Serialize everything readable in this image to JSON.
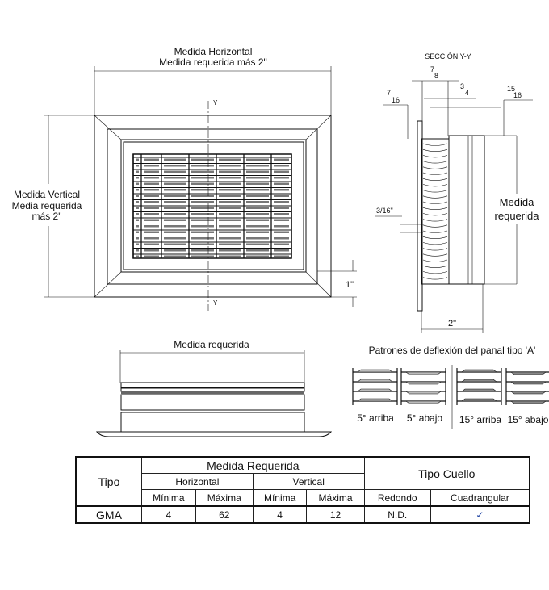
{
  "front_view": {
    "horizontal_label_1": "Medida Horizontal",
    "horizontal_label_2": "Medida requerida más 2\"",
    "vertical_label_1": "Medida Vertical",
    "vertical_label_2": "Media requerida",
    "vertical_label_3": "más 2\"",
    "section_mark_top": "Y",
    "section_mark_bottom": "Y",
    "offset_label": "1\""
  },
  "section_view": {
    "title": "SECCIÓN Y-Y",
    "dim_7_8": {
      "num": "7",
      "den": "8"
    },
    "dim_3_4": {
      "num": "3",
      "den": "4"
    },
    "dim_7_16": {
      "num": "7",
      "den": "16"
    },
    "dim_15_16": {
      "num": "15",
      "den": "16"
    },
    "dim_3_16": "3/16\"",
    "height_label_1": "Medida",
    "height_label_2": "requerida",
    "depth_label": "2\""
  },
  "side_view": {
    "width_label": "Medida requerida"
  },
  "deflection": {
    "title": "Patrones de deflexión del panal tipo 'A'",
    "patterns": [
      "5° arriba",
      "5° abajo",
      "15° arriba",
      "15° abajo"
    ]
  },
  "table": {
    "col_tipo": "Tipo",
    "group_medida": "Medida Requerida",
    "group_cuello": "Tipo Cuello",
    "sub_horizontal": "Horizontal",
    "sub_vertical": "Vertical",
    "h_min": "Mínima",
    "h_max": "Máxima",
    "v_min": "Mínima",
    "v_max": "Máxima",
    "redondo": "Redondo",
    "cuadrangular": "Cuadrangular",
    "rows": [
      {
        "tipo": "GMA",
        "h_min": "4",
        "h_max": "62",
        "v_min": "4",
        "v_max": "12",
        "redondo": "N.D.",
        "cuadrangular": "✓"
      }
    ]
  }
}
